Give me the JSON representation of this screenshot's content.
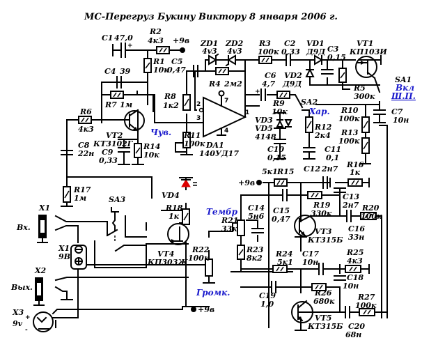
{
  "title": "МС-Перегруз Букину Виктору 8 января 2006 г.",
  "power_label": "+9в",
  "components": {
    "C1": {
      "ref": "C1",
      "value": "47,0"
    },
    "R2": {
      "ref": "R2",
      "value": "4к3"
    },
    "R1": {
      "ref": "R1",
      "value": "10к"
    },
    "C4": {
      "ref": "C4",
      "value": "39"
    },
    "R7": {
      "ref": "R7",
      "value": "1м"
    },
    "C5": {
      "ref": "C5",
      "value": "0,47"
    },
    "R8": {
      "ref": "R8",
      "value": "1к2"
    },
    "ZD1": {
      "ref": "ZD1",
      "value": "4v3"
    },
    "ZD2": {
      "ref": "ZD2",
      "value": "4v3"
    },
    "R4": {
      "ref": "R4",
      "value": "2м2"
    },
    "R3": {
      "ref": "R3",
      "value": "100к"
    },
    "C2": {
      "ref": "C2",
      "value": "0,33"
    },
    "VD1": {
      "ref": "VD1",
      "value": "Д9Д"
    },
    "C3": {
      "ref": "C3",
      "value": "0,15"
    },
    "VT1": {
      "ref": "VT1",
      "value": "КП103И"
    },
    "R5": {
      "ref": "R5",
      "value": "300к"
    },
    "SA1": {
      "ref": "SA1",
      "value": "Вкл",
      "value2": "Ш.П."
    },
    "C6": {
      "ref": "C6",
      "value": "4,7"
    },
    "VD2": {
      "ref": "VD2",
      "value": "Д9Д"
    },
    "R9": {
      "ref": "R9",
      "value": "10к"
    },
    "SA2": {
      "ref": "SA2",
      "value": "Хар."
    },
    "R10": {
      "ref": "R10",
      "value": "100к"
    },
    "C7": {
      "ref": "C7",
      "value": "10н"
    },
    "R13": {
      "ref": "R13",
      "value": "100к"
    },
    "R6": {
      "ref": "R6",
      "value": "4к3"
    },
    "VT2": {
      "ref": "VT2",
      "value": "КТ3102Г"
    },
    "C8": {
      "ref": "C8",
      "value": "22н"
    },
    "C9": {
      "ref": "C9",
      "value": "0,33"
    },
    "R14": {
      "ref": "R14",
      "value": "10к"
    },
    "R11": {
      "ref": "R11",
      "value": "100к",
      "label": "Чув."
    },
    "DA1": {
      "ref": "DA1",
      "value": "140УД17"
    },
    "VD3": {
      "ref": "VD3",
      "ref2": "VD5",
      "value": "4148"
    },
    "R12": {
      "ref": "R12",
      "value": "2к4"
    },
    "C10": {
      "ref": "C10",
      "value": "0,15"
    },
    "C11": {
      "ref": "C11",
      "value": "0,1"
    },
    "R16": {
      "ref": "R16",
      "value": "1к"
    },
    "R15": {
      "ref": "R15",
      "value": "5к1"
    },
    "C12": {
      "ref": "C12",
      "value": "2н7"
    },
    "C13": {
      "ref": "C13",
      "value": "2н7"
    },
    "R17": {
      "ref": "R17",
      "value": "1м"
    },
    "VD4": {
      "ref": "VD4"
    },
    "SA3": {
      "ref": "SA3"
    },
    "R18": {
      "ref": "R18",
      "value": "1к"
    },
    "C14": {
      "ref": "C14",
      "value": "5н6"
    },
    "C15": {
      "ref": "C15",
      "value": "0,47"
    },
    "R19": {
      "ref": "R19",
      "value": "330к"
    },
    "R20": {
      "ref": "R20",
      "value": "100к"
    },
    "R21": {
      "ref": "R21",
      "value": "33к",
      "label": "Тембр"
    },
    "VT3": {
      "ref": "VT3",
      "value": "КТ315Б"
    },
    "C16": {
      "ref": "C16",
      "value": "33н"
    },
    "X1": {
      "ref": "X1",
      "label": "Вх."
    },
    "X1b": {
      "ref": "X1",
      "value": "9В"
    },
    "VT4": {
      "ref": "VT4",
      "value": "КП303Ж"
    },
    "R22": {
      "ref": "R22",
      "value": "100к",
      "label": "Громк."
    },
    "R24": {
      "ref": "R24",
      "value": "5к1"
    },
    "C17": {
      "ref": "C17",
      "value": "10н"
    },
    "R25": {
      "ref": "R25",
      "value": "4к3"
    },
    "R23": {
      "ref": "R23",
      "value": "8к2"
    },
    "R26": {
      "ref": "R26",
      "value": "680к"
    },
    "C18": {
      "ref": "C18",
      "value": "10н"
    },
    "X2": {
      "ref": "X2",
      "label": "Вых."
    },
    "C19": {
      "ref": "C19",
      "value": "1,0"
    },
    "R27": {
      "ref": "R27",
      "value": "100к"
    },
    "X3": {
      "ref": "X3",
      "value": "9v"
    },
    "VT5": {
      "ref": "VT5",
      "value": "КТ315Б"
    },
    "C20": {
      "ref": "C20",
      "value": "68н"
    }
  },
  "opamp_pins": {
    "p1": "1",
    "p2": "2",
    "p3": "3",
    "p4": "4",
    "p7": "7"
  },
  "colors": {
    "led": "#dd0000",
    "label_blue": "#1a1acc"
  }
}
